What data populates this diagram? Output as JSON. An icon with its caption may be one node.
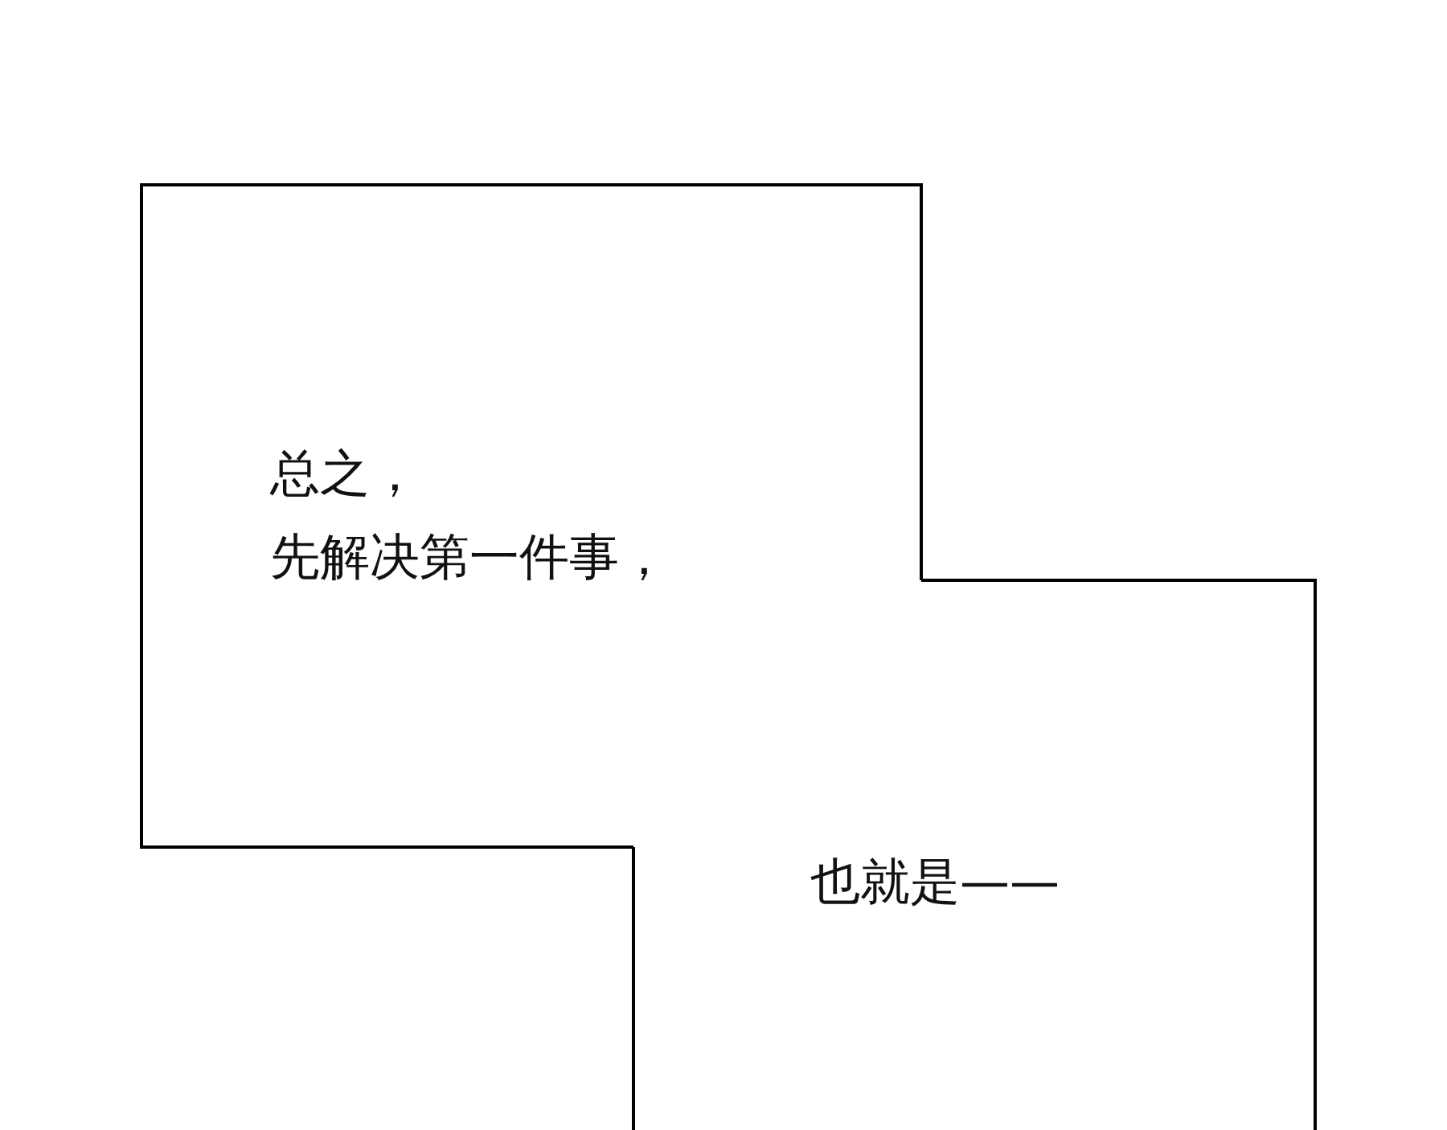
{
  "diagram": {
    "nodes": [
      {
        "text": [
          "总之，",
          "先解决第一件事，"
        ]
      },
      {
        "text": [
          "也就是——"
        ]
      }
    ]
  }
}
